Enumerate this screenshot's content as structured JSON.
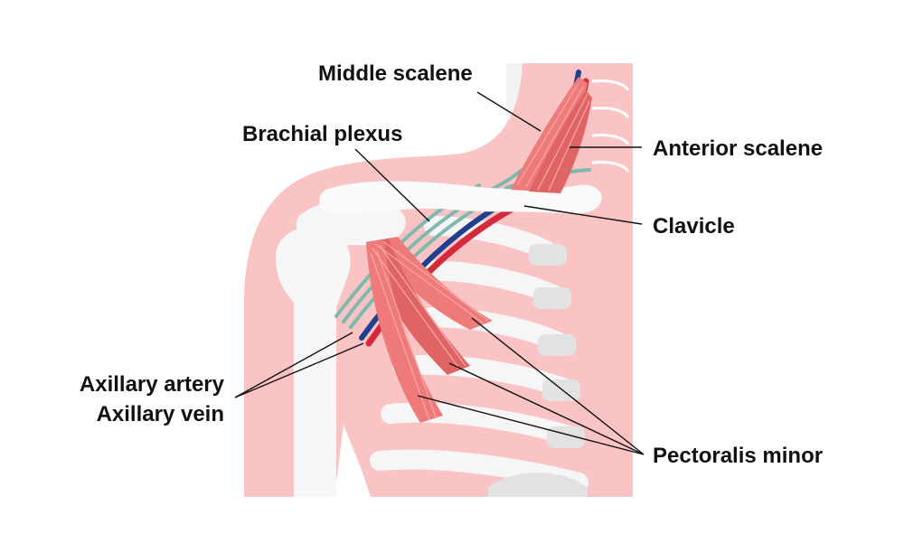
{
  "labels": {
    "middle_scalene": "Middle scalene",
    "brachial_plexus": "Brachial plexus",
    "anterior_scalene": "Anterior scalene",
    "clavicle": "Clavicle",
    "axillary_artery": "Axillary artery",
    "axillary_vein": "Axillary vein",
    "pectoralis_minor": "Pectoralis minor"
  },
  "colors": {
    "skin": "#fbc4c4",
    "bone": "#f4f4f4",
    "bone_light": "#fafafa",
    "rib_shadow": "#e2e2e2",
    "muscle": "#ef7a7a",
    "muscle_dark": "#e06464",
    "muscle_fiber": "#f7a8a8",
    "nerve": "#7fb8ae",
    "artery": "#d42a3c",
    "vein": "#1f3f8f",
    "text": "#111111"
  }
}
